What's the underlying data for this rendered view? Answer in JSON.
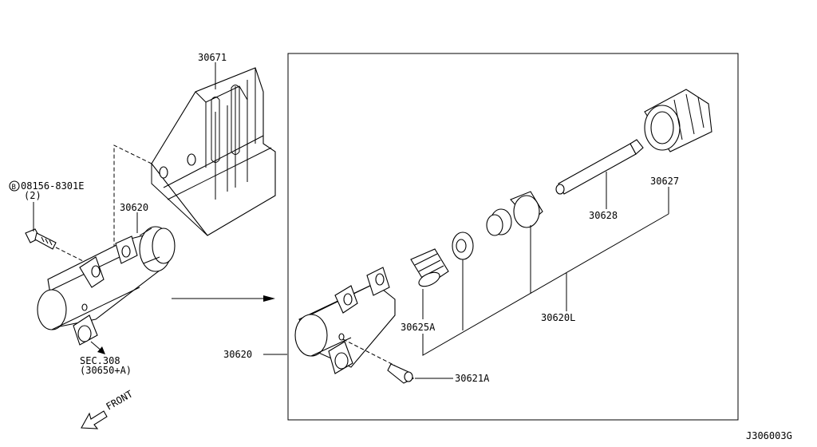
{
  "labels": {
    "p30671": "30671",
    "bolt_code": "08156-8301E",
    "bolt_qty": "(2)",
    "bolt_marker": "B",
    "p30620_left": "30620",
    "p30620_box": "30620",
    "sec_ref": "SEC.308",
    "sec_sub": "(30650+A)",
    "front": "FRONT",
    "p30627": "30627",
    "p30628": "30628",
    "p30620L": "30620L",
    "p30625A": "30625A",
    "p30621A": "30621A",
    "diagram_id": "J306003G"
  }
}
